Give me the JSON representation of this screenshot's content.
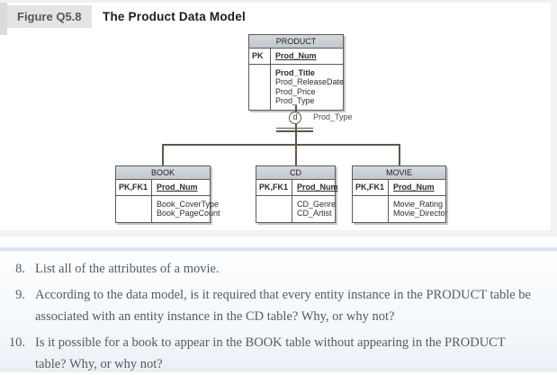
{
  "figure": {
    "label": "Figure Q5.8",
    "title": "The Product Data Model"
  },
  "diagram": {
    "supertype": {
      "name": "PRODUCT",
      "key_label": "PK",
      "key_field": "Prod_Num",
      "attributes": [
        "Prod_Title",
        "Prod_ReleaseDate",
        "Prod_Price",
        "Prod_Type"
      ]
    },
    "disjoint": {
      "symbol": "d",
      "label": "Prod_Type"
    },
    "subtypes": [
      {
        "name": "BOOK",
        "key_label": "PK,FK1",
        "key_field": "Prod_Num",
        "attributes": [
          "Book_CoverType",
          "Book_PageCount"
        ]
      },
      {
        "name": "CD",
        "key_label": "PK,FK1",
        "key_field": "Prod_Num",
        "attributes": [
          "CD_Genre",
          "CD_Artist"
        ]
      },
      {
        "name": "MOVIE",
        "key_label": "PK,FK1",
        "key_field": "Prod_Num",
        "attributes": [
          "Movie_Rating",
          "Movie_Director"
        ]
      }
    ]
  },
  "questions": [
    {
      "number": "8.",
      "text": "List all of the attributes of a movie."
    },
    {
      "number": "9.",
      "text": "According to the data model, is it required that every entity instance in the PRODUCT table be associated with an entity instance in the CD table? Why, or why not?"
    },
    {
      "number": "10.",
      "text": "Is it possible for a book to appear in the BOOK table without appearing in the PRODUCT table? Why, or why not?"
    }
  ],
  "colors": {
    "table_header_fill": "#c8cdd2",
    "table_border": "#5a5b5e",
    "connector_line": "#5d564a",
    "figure_label_bg": "#e3e4e5",
    "questions_top_border": "#d7e6f0",
    "question_text": "#565b5f"
  }
}
